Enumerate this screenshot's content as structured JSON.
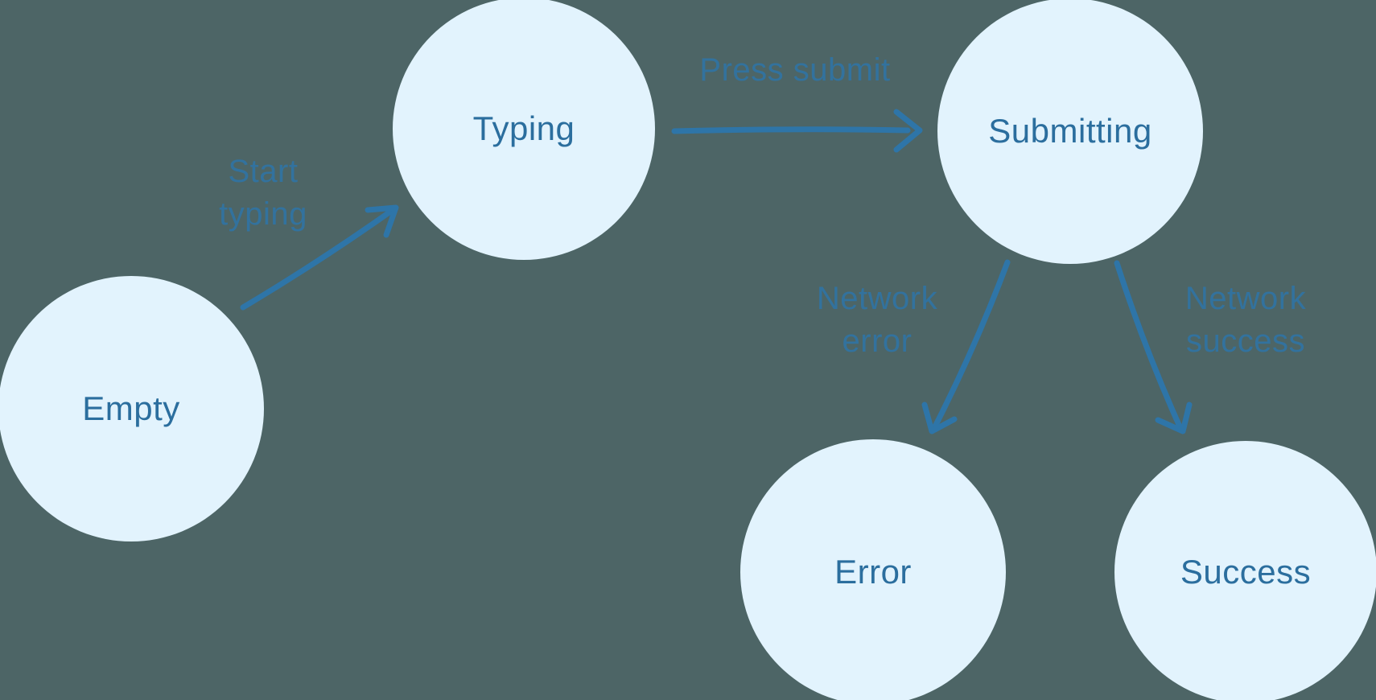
{
  "diagram": {
    "type": "state-machine",
    "nodes": [
      {
        "id": "empty",
        "label": "Empty"
      },
      {
        "id": "typing",
        "label": "Typing"
      },
      {
        "id": "submitting",
        "label": "Submitting"
      },
      {
        "id": "error",
        "label": "Error"
      },
      {
        "id": "success",
        "label": "Success"
      }
    ],
    "edges": [
      {
        "from": "empty",
        "to": "typing",
        "label": "Start typing"
      },
      {
        "from": "typing",
        "to": "submitting",
        "label": "Press submit"
      },
      {
        "from": "submitting",
        "to": "error",
        "label": "Network error"
      },
      {
        "from": "submitting",
        "to": "success",
        "label": "Network success"
      }
    ],
    "colors": {
      "background": "#4d6566",
      "node_fill": "#e2f3fd",
      "node_text": "#2b6e9e",
      "arrow": "#2e75a8",
      "edge_label": "#2e75a8"
    }
  }
}
